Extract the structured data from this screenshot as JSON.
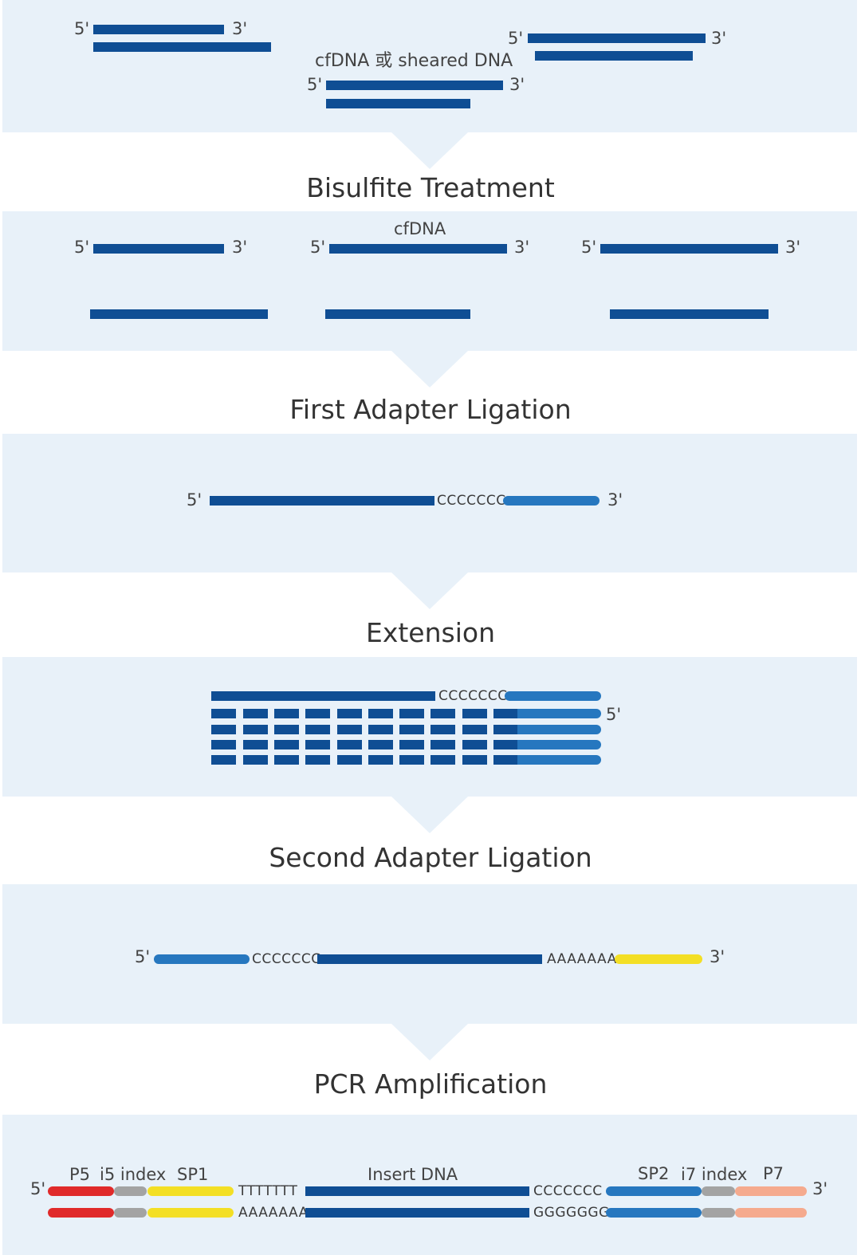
{
  "steps": [
    "Bisulfite Treatment",
    "First Adapter Ligation",
    "Extension",
    "Second Adapter Ligation",
    "PCR Amplification"
  ],
  "labels": {
    "five_prime": "5'",
    "three_prime": "3'",
    "input_dna": "cfDNA 或 sheared DNA",
    "cfdna": "cfDNA"
  },
  "sequences": {
    "poly_c": "CCCCCCC",
    "poly_a": "AAAAAAA",
    "poly_t": "TTTTTTT",
    "poly_g": "GGGGGGG"
  },
  "library": {
    "p5": "P5",
    "i5": "i5 index",
    "sp1": "SP1",
    "insert": "Insert DNA",
    "sp2": "SP2",
    "i7": "i7 index",
    "p7": "P7"
  },
  "colors": {
    "panel": "#e8f1f9",
    "dna_dark": "#0f4e94",
    "adapter_blue": "#2677bf",
    "p5_red": "#e02a2a",
    "index_gray": "#a3a3a3",
    "sp1_yellow": "#f3df25",
    "p7_salmon": "#f5aa8e"
  }
}
